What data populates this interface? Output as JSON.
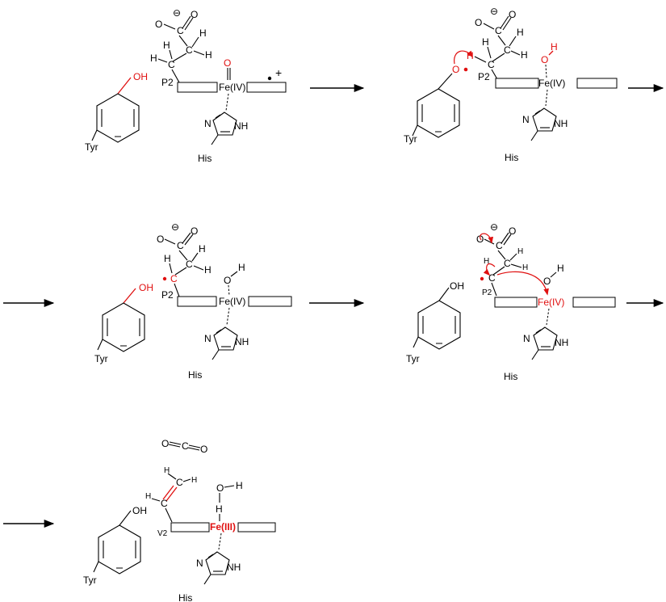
{
  "colors": {
    "ink": "#000000",
    "highlight": "#e01010",
    "background": "#ffffff"
  },
  "labels": {
    "tyr": "Tyr",
    "his": "His",
    "oh": "OH",
    "o": "O",
    "h": "H",
    "c": "C",
    "n": "N",
    "nh": "NH",
    "minus": "⊖",
    "plus": "+",
    "p2": "P2",
    "v2": "V2",
    "fe_iv": "Fe(IV)",
    "fe_iii": "Fe(III)"
  }
}
